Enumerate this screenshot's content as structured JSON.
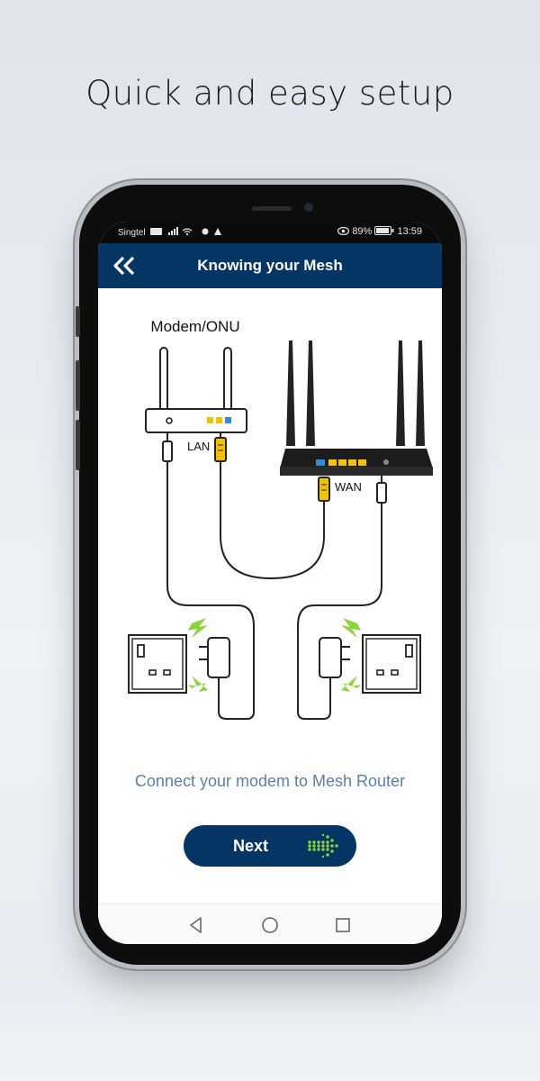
{
  "headline": "Quick and easy setup",
  "status_bar": {
    "carrier": "Singtel",
    "battery": "89%",
    "time": "13:59"
  },
  "app_bar": {
    "title": "Knowing your Mesh",
    "back_icon": "double-chevron-left-icon"
  },
  "diagram": {
    "modem_label": "Modem/ONU",
    "lan_label": "LAN",
    "wan_label": "WAN"
  },
  "caption": "Connect your modem to Mesh Router",
  "next_button": {
    "label": "Next",
    "icon": "dotted-arrow-right-icon"
  },
  "nav_bar": {
    "back_icon": "triangle-back-icon",
    "home_icon": "circle-home-icon",
    "recents_icon": "square-recents-icon"
  },
  "colors": {
    "primary": "#053563",
    "caption": "#5b7fa6",
    "connector": "#f2c200",
    "accent_green": "#8bd43a"
  }
}
